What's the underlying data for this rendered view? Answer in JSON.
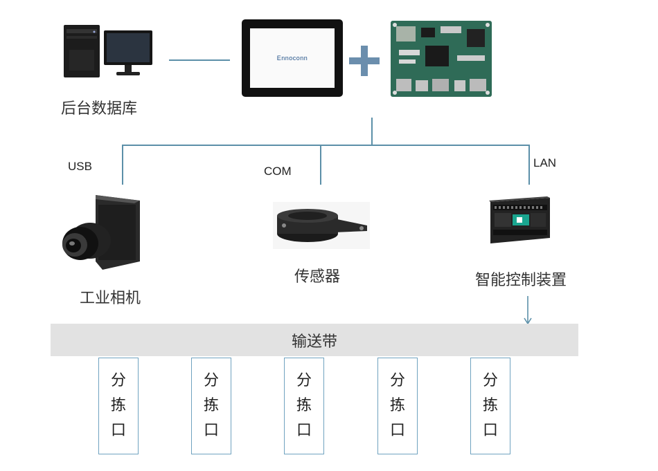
{
  "nodes": {
    "backend_db": "后台数据库",
    "camera": "工业相机",
    "sensor": "传感器",
    "controller": "智能控制装置",
    "conveyor": "输送带"
  },
  "tablet_brand": "Ennoconn",
  "interfaces": {
    "usb": "USB",
    "com": "COM",
    "lan": "LAN"
  },
  "plus_symbol": "+",
  "sorting_ports": [
    [
      "分",
      "拣",
      "口"
    ],
    [
      "分",
      "拣",
      "口"
    ],
    [
      "分",
      "拣",
      "口"
    ],
    [
      "分",
      "拣",
      "口"
    ],
    [
      "分",
      "拣",
      "口"
    ]
  ]
}
